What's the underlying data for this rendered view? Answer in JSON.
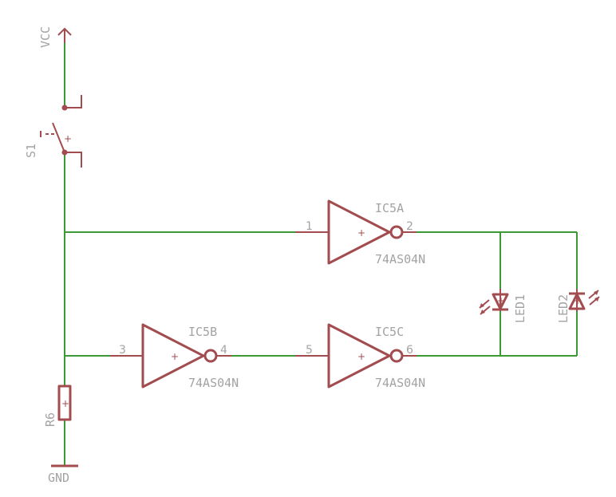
{
  "power": {
    "vcc": "VCC",
    "gnd": "GND"
  },
  "components": {
    "s1": {
      "ref": "S1"
    },
    "r6": {
      "ref": "R6"
    },
    "ic5a": {
      "ref": "IC5A",
      "part": "74AS04N",
      "pin_in": "1",
      "pin_out": "2"
    },
    "ic5b": {
      "ref": "IC5B",
      "part": "74AS04N",
      "pin_in": "3",
      "pin_out": "4"
    },
    "ic5c": {
      "ref": "IC5C",
      "part": "74AS04N",
      "pin_in": "5",
      "pin_out": "6"
    },
    "led1": {
      "ref": "LED1"
    },
    "led2": {
      "ref": "LED2"
    }
  },
  "colors": {
    "wire": "#3c9a36",
    "symbol": "#a24c4f",
    "label": "#a3a3a3"
  }
}
